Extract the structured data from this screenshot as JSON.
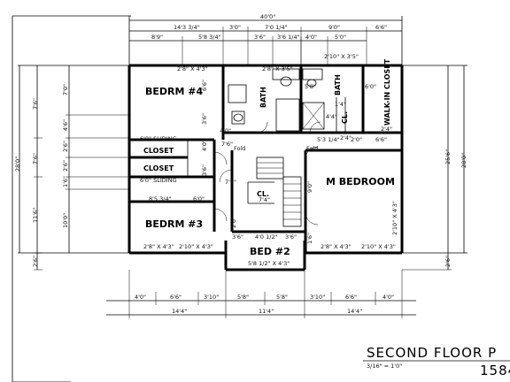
{
  "title": "SECOND FLOOR P",
  "scale": "3/16\" = 1'0\"",
  "plan_number": "1584",
  "rooms": {
    "bedroom4": "BEDRM #4",
    "bedroom3": "BEDRM #3",
    "bed2": "BED #2",
    "master": "M BEDROOM",
    "closet_a": "CLOSET",
    "closet_b": "CLOSET",
    "bath1": "BATH",
    "bath2": "BATH",
    "cl_upper": "CL.",
    "cl_mid": "CL.",
    "walkin": "WALK-IN CLOSET"
  },
  "notes": {
    "sliding_top": "6'0\" SLIDING",
    "sliding_bottom": "6'0\" SLIDING",
    "fold_left": "Fold",
    "fold_right": "Fold"
  },
  "top_dims": {
    "overall": "40'0\"",
    "row2": [
      "14'3 3/4\"",
      "3'0\"",
      "7'0 1/4\"",
      "9'0\"",
      "6'6\""
    ],
    "row3": [
      "8'9\"",
      "5'8 3/4\"",
      "3'6\"",
      "3'6 1/4\"",
      "4'0\"",
      "5'0\""
    ]
  },
  "bottom_dims": {
    "row1": [
      "4'0\"",
      "6'6\"",
      "3'10\"",
      "5'8\"",
      "5'8\"",
      "3'10\"",
      "6'6\"",
      "4'0\""
    ],
    "row2": [
      "14'4\"",
      "11'4\"",
      "14'4\""
    ]
  },
  "left_dims": {
    "overall": "28'0\"",
    "outer": [
      "7'6\"",
      "7'6\"",
      "11'6\"",
      "2'6\""
    ],
    "inner": [
      "7'0\"",
      "4'6\"",
      "2'6\"",
      "2'6\"",
      "1'6\"",
      "10'0\""
    ]
  },
  "right_dims": {
    "overall": "28'0\"",
    "outer": [
      "25'6\"",
      "2'6\""
    ]
  },
  "window_labels": {
    "b4": "2'8\" X 4'3\"",
    "b3a": "2'8\" X 4'3\"",
    "b3b": "2'10\" X 4'3\"",
    "bed2": "5'8 1/2\" X 4'3\"",
    "ma": "2'8\" X 4'3\"",
    "mb": "2'10\" X 4'3\"",
    "bath1": "2'8\" X 3'5\"",
    "bath2": "2'10\" X 3'5\"",
    "mside": "2'10\" X 4'3\""
  },
  "interior_dims": [
    "6'6\"",
    "3'6\"",
    "4'0\"",
    "3'6\"",
    "6'0\"",
    "8'5 3/4\"",
    "7'6\"",
    "7'6\"",
    "2'6\"",
    "7'4\"",
    "9'0\"",
    "1'6\"",
    "3'6\"",
    "4'0 1/2\"",
    "3'6\"",
    "4'0\"",
    "5'8\"",
    "4'4\"",
    "2'4\"",
    "2'0\"",
    "6'6\"",
    "5'3 1/4\"",
    "6'0\"",
    "1'4\"",
    "2'4\""
  ]
}
